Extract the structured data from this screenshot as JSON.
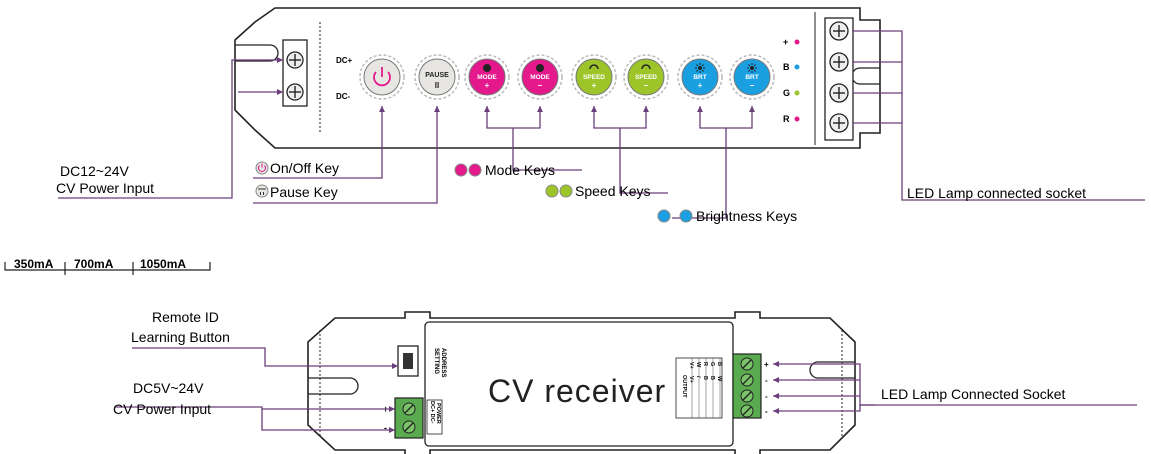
{
  "colors": {
    "line": "#6b3f7a",
    "outline": "#222222",
    "power_btn": "#e8e6e3",
    "mode_btn": "#e3198c",
    "speed_btn": "#9dc52a",
    "brt_btn": "#1a9fe0",
    "dot_plus": "#e3198c",
    "dot_b": "#1a9fe0",
    "dot_g": "#9dc52a",
    "dot_r": "#e3198c"
  },
  "controller": {
    "terminal_labels": [
      "DC+",
      "DC-"
    ],
    "buttons": [
      {
        "id": "power",
        "icon": "power-icon",
        "top": "",
        "bottom": ""
      },
      {
        "id": "pause",
        "icon": "",
        "top": "PAUSE",
        "bottom": "II"
      },
      {
        "id": "mode_plus",
        "icon": "mode-icon",
        "top": "MODE",
        "bottom": "+"
      },
      {
        "id": "mode_minus",
        "icon": "mode-icon",
        "top": "MODE",
        "bottom": "−"
      },
      {
        "id": "speed_plus",
        "icon": "speed-icon",
        "top": "SPEED",
        "bottom": "+"
      },
      {
        "id": "speed_minus",
        "icon": "speed-icon",
        "top": "SPEED",
        "bottom": "−"
      },
      {
        "id": "brt_plus",
        "icon": "brightness-icon",
        "top": "BRT",
        "bottom": "+"
      },
      {
        "id": "brt_minus",
        "icon": "brightness-icon",
        "top": "BRT",
        "bottom": "−"
      }
    ],
    "output_labels": [
      "+",
      "B",
      "G",
      "R"
    ],
    "callouts": {
      "power_input": [
        "DC12~24V",
        "CV Power Input"
      ],
      "onoff": "On/Off  Key",
      "pause": "Pause Key",
      "mode": "Mode Keys",
      "speed": "Speed Keys",
      "brightness": "Brightness Keys",
      "led_socket": "LED Lamp connected socket"
    }
  },
  "current_options": [
    "350mA",
    "700mA",
    "1050mA"
  ],
  "receiver": {
    "title": "CV receiver",
    "address_label": [
      "ADDRESS",
      "SETTING"
    ],
    "power_label": [
      "POWER",
      "DC+ DC-"
    ],
    "input_terminal_labels": [
      "+",
      "-"
    ],
    "output_header": "OUTPUT",
    "output_columns": [
      [
        "V+",
        "V+"
      ],
      [
        "W",
        "/"
      ],
      [
        "R",
        "B"
      ],
      [
        "G",
        "B"
      ],
      [
        "B",
        "W"
      ]
    ],
    "output_terminal_labels": [
      "+",
      "-",
      "-",
      "-"
    ],
    "callouts": {
      "remote_id": [
        "Remote ID",
        "Learning Button"
      ],
      "power_input": [
        "DC5V~24V",
        "CV Power Input"
      ],
      "led_socket": "LED Lamp  Connected  Socket"
    }
  }
}
